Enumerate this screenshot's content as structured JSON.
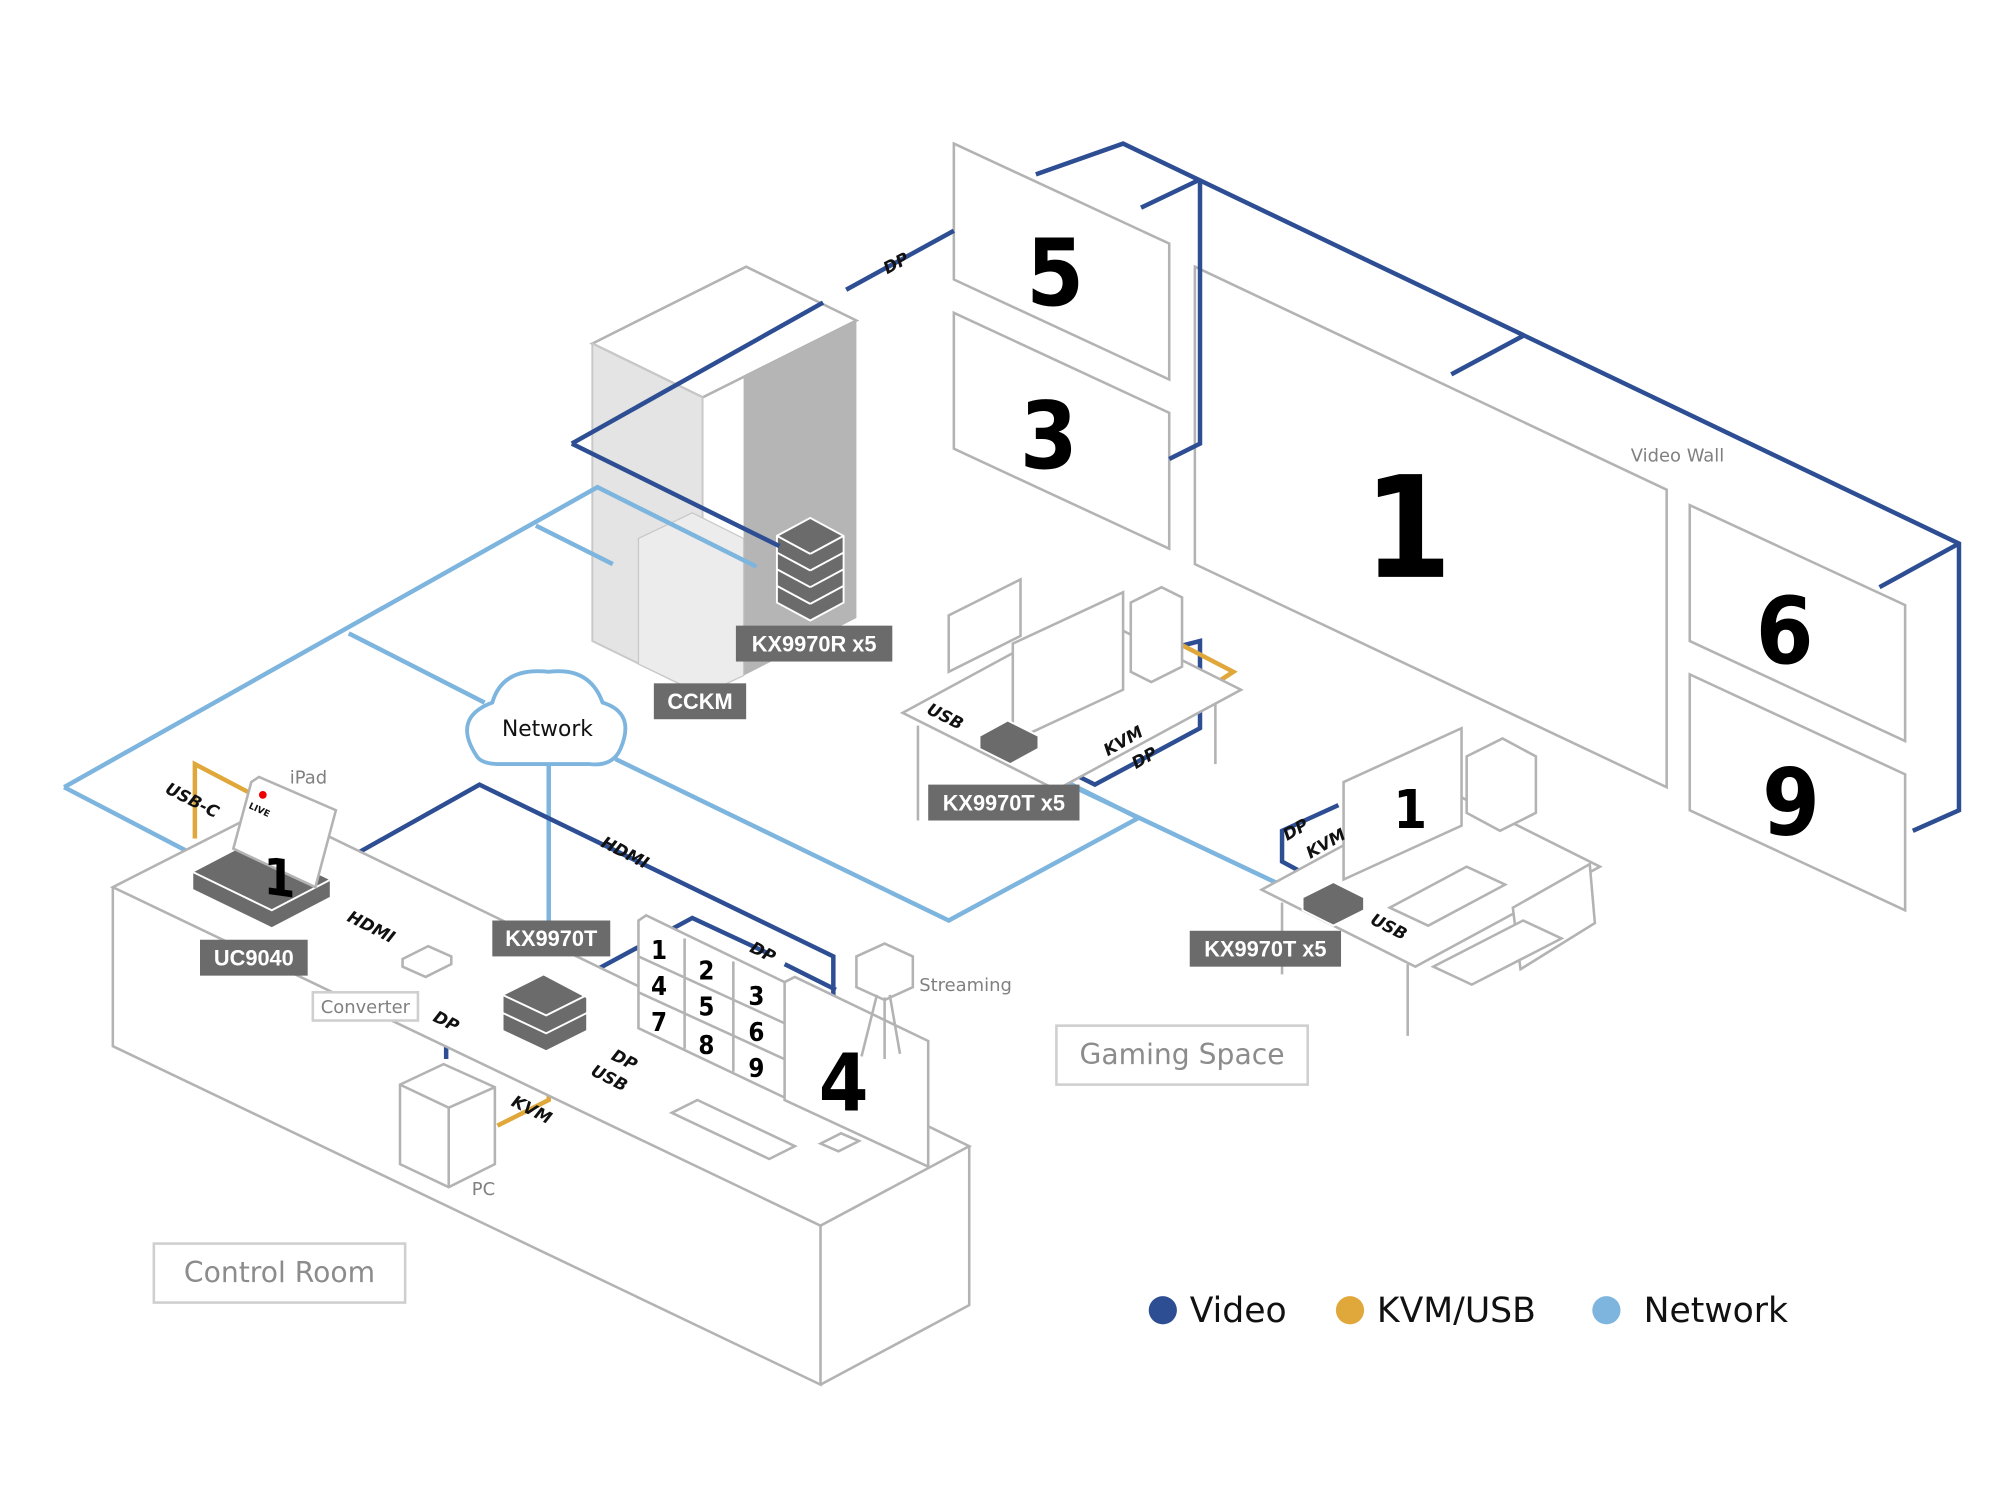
{
  "diagram": {
    "zones": {
      "control_room": "Control Room",
      "gaming_space": "Gaming Space"
    },
    "device_tags": {
      "kx9970r": "KX9970R x5",
      "cckm": "CCKM",
      "kx9970t_a": "KX9970T x5",
      "kx9970t_b": "KX9970T x5",
      "kx9970t_ctrl": "KX9970T",
      "uc9040": "UC9040"
    },
    "labels": {
      "network": "Network",
      "ipad": "iPad",
      "converter": "Converter",
      "pc": "PC",
      "streaming": "Streaming",
      "video_wall": "Video Wall",
      "live": "LIVE"
    },
    "cable_labels": {
      "dp_top": "DP",
      "hdmi_main": "HDMI",
      "hdmi_conv": "HDMI",
      "dp_conv": "DP",
      "dp_ctrl": "DP",
      "usb_ctrl": "USB",
      "kvm_ctrl": "KVM",
      "dp_monitor": "DP",
      "usbc": "USB-C",
      "usb_g1": "USB",
      "kvm_g1": "KVM",
      "dp_g1": "DP",
      "dp_g2": "DP",
      "kvm_g2": "KVM",
      "usb_g2": "USB"
    },
    "screens": {
      "wall_5": "5",
      "wall_3": "3",
      "wall_1": "1",
      "wall_6": "6",
      "wall_9": "9",
      "ipad_screen": "1",
      "ctrl_big": "4",
      "gaming_monitor": "1",
      "grid": [
        "1",
        "2",
        "3",
        "4",
        "5",
        "6",
        "7",
        "8",
        "9"
      ]
    },
    "legend": [
      {
        "label": "Video",
        "color": "#2e4e94"
      },
      {
        "label": "KVM/USB",
        "color": "#e0a73a"
      },
      {
        "label": "Network",
        "color": "#7db5de"
      }
    ]
  }
}
